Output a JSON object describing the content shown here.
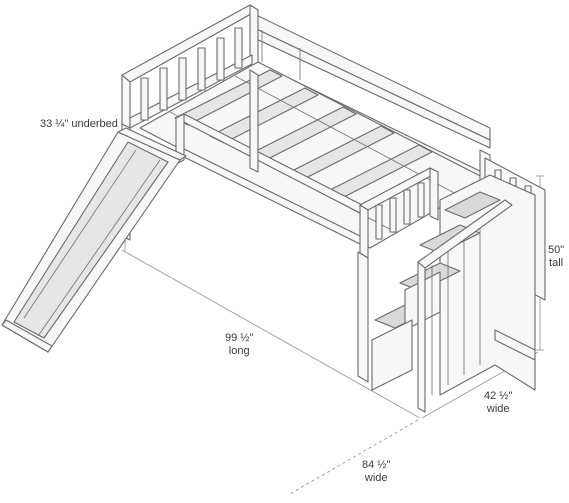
{
  "dimensions": {
    "underbed": "33 ¼\" underbed",
    "height_value": "50\"",
    "height_word": "tall",
    "length_value": "99 ½\"",
    "length_word": "long",
    "width_value": "42 ½\"",
    "width_word": "wide",
    "slide_width_value": "84 ½\"",
    "slide_width_word": "wide"
  },
  "colors": {
    "line": "#6a6a6a",
    "fill": "#f7f7f7",
    "shade": "#dcdcdc",
    "text": "#3a3a3a"
  }
}
